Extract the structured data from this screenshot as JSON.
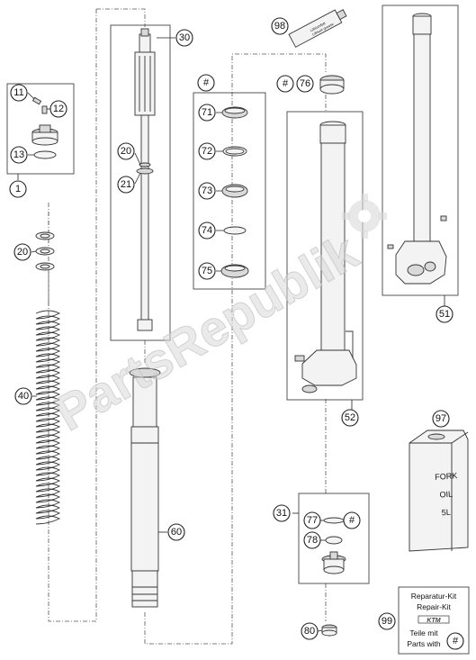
{
  "watermark": "PartsRepublik",
  "callouts": {
    "c11": "11",
    "c12": "12",
    "c13": "13",
    "c1": "1",
    "c20a": "20",
    "c40": "40",
    "c30": "30",
    "c20b": "20",
    "c21": "21",
    "c60": "60",
    "c71": "71",
    "c72": "72",
    "c73": "73",
    "c74": "74",
    "c75": "75",
    "c98": "98",
    "c76": "76",
    "c52": "52",
    "c51": "51",
    "c31": "31",
    "c77": "77",
    "c78": "78",
    "c80": "80",
    "c97": "97",
    "c99": "99"
  },
  "hash_symbol": "#",
  "grease_tube_text": "Lithiumfett\nLithium grease",
  "oil_can_text": [
    "FORK",
    "OIL",
    "5L"
  ],
  "repair_kit_label": {
    "line1": "Reparatur-Kit",
    "line2": "Repair-Kit",
    "line3": "Teile mit",
    "line4": "Parts with"
  },
  "colors": {
    "line": "#333333",
    "watermark": "#d8d8d8",
    "background": "#ffffff"
  }
}
